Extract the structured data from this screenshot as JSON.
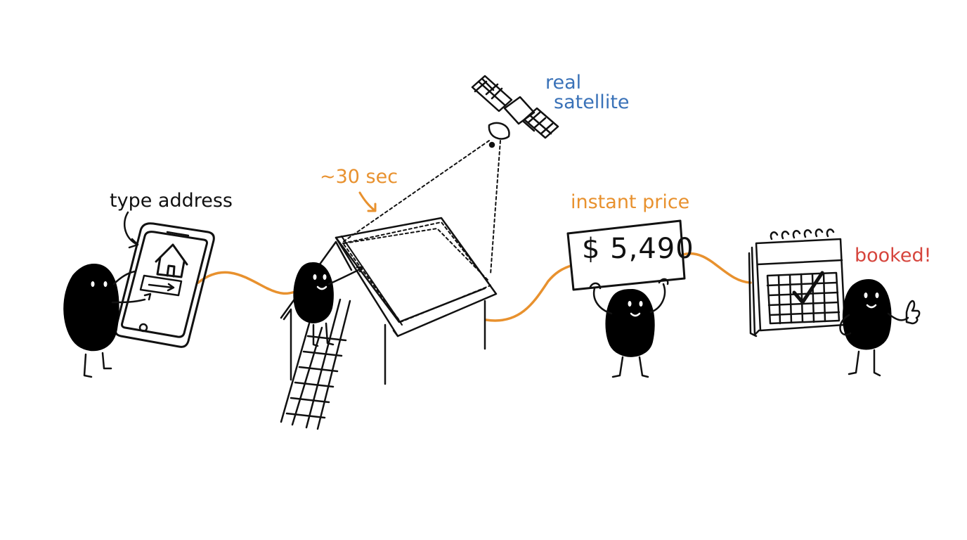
{
  "labels": {
    "type_address": "type address",
    "time": "~30 sec",
    "satellite_line1": "real",
    "satellite_line2": "satellite",
    "instant_price": "instant price",
    "price": "$ 5,490",
    "booked": "booked!"
  },
  "colors": {
    "accent_orange": "#e8912e",
    "satellite_blue": "#3a72b8",
    "booked_red": "#d6453d",
    "ink": "#111111",
    "figure": "#000000"
  },
  "icons": {
    "phone": "phone-icon",
    "house": "house-icon",
    "arrow": "arrow-right-icon",
    "satellite": "satellite-icon",
    "calendar": "calendar-icon",
    "checkmark": "checkmark-icon",
    "ladder": "ladder-icon",
    "thumbs_up": "thumbs-up-icon"
  }
}
